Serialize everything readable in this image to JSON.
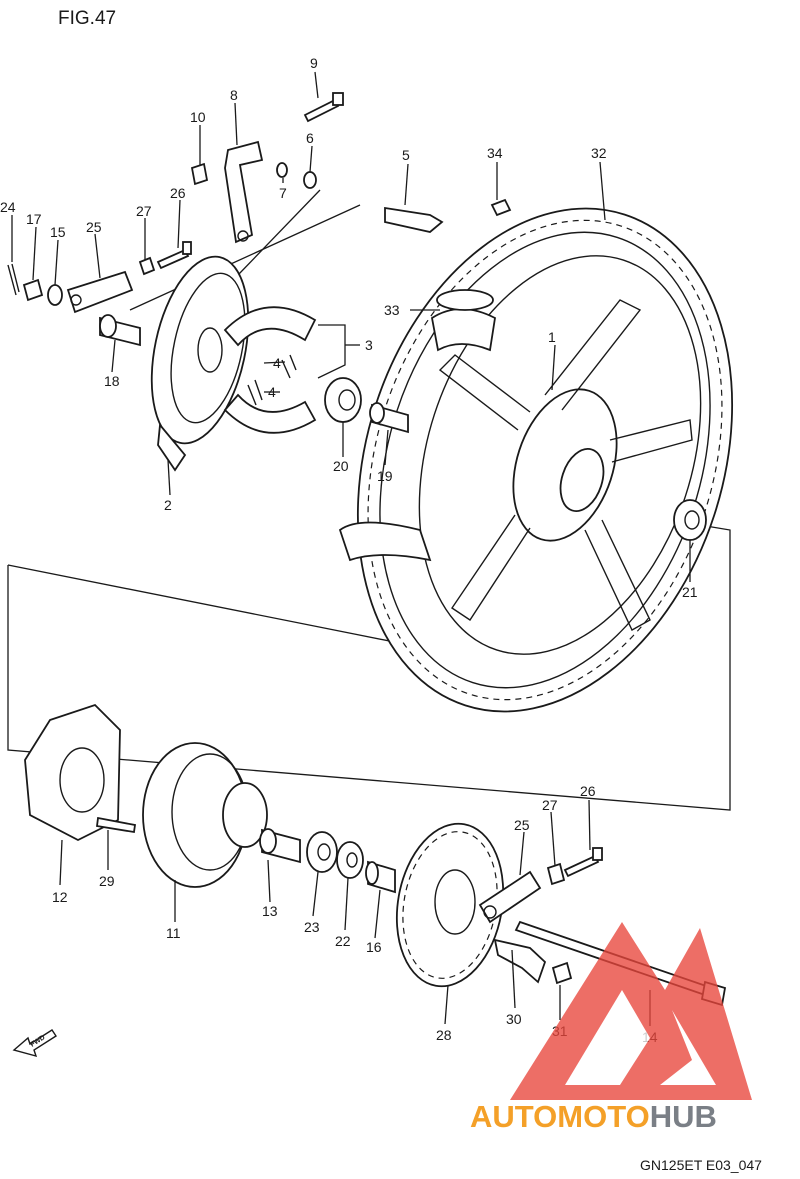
{
  "figure": {
    "title": "FIG.47",
    "code": "GN125ET E03_047"
  },
  "callouts": [
    "1",
    "2",
    "3",
    "4",
    "4",
    "5",
    "6",
    "7",
    "8",
    "9",
    "10",
    "11",
    "12",
    "13",
    "14",
    "15",
    "16",
    "17",
    "18",
    "19",
    "20",
    "21",
    "22",
    "23",
    "24",
    "25",
    "25",
    "26",
    "26",
    "27",
    "27",
    "28",
    "29",
    "30",
    "31",
    "32",
    "33",
    "34"
  ],
  "fwd_marker": "FWD",
  "watermark": {
    "part1": "AUTOMOTO",
    "part2": "HUB",
    "colors": {
      "orange": "#f4a028",
      "grey": "#7a7f86",
      "red": "#e8463c"
    }
  }
}
